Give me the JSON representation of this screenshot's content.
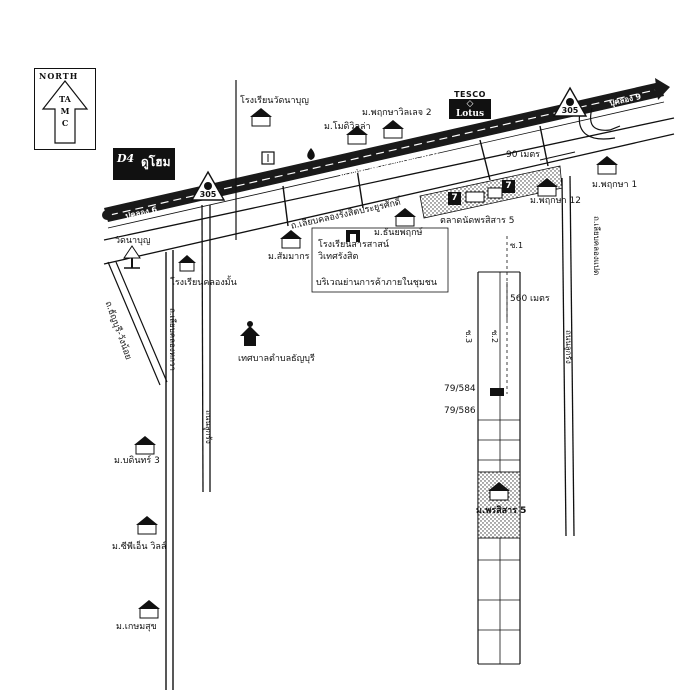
{
  "north_box": {
    "label": "NORTH",
    "letters": "TAMC"
  },
  "brands": {
    "tesco_top": "TESCO",
    "tesco_bottom": "◇ Lotus",
    "dh_mark": "D4",
    "dh_name": "ดูโฮม"
  },
  "highway": {
    "name": "ถ.รังสิต-นครนายก(ทล.305)",
    "route_number": "305",
    "dest_left": "ปุคลอง 6",
    "dest_right": "ปุคลอง 9"
  },
  "roads": {
    "service_road": "ถ.เลียบคลองรังสิตประยูรศักดิ์",
    "thanyaburi_road": "ถ.ธัญบุรี-วังน้อย",
    "canal_road_west": "ถ.เลียบคลองหกวา",
    "canal_road_east": "ถ.เลียบคลองแปด",
    "soi_1": "ซ.1",
    "soi_2": "ซ.2",
    "soi_3": "ซ.3",
    "rough_road_1": "ถนนลูกรัง",
    "rough_road_2": "ถนนลูกรัง"
  },
  "landmarks": {
    "wat_school": "โรงเรียนวัดนาบุญ",
    "pruksa_villa_2": "ม.พฤกษาวิลเลจ 2",
    "mo_villa": "ม.โมดิวิลล่า",
    "wat_nabun": "วัดนาบุญ",
    "khong_man_school": "โรงเรียนคลองมั้น",
    "samut_mongkon": "ม.สัมมากร",
    "sasansiri_school": "โรงเรียนสารสาสน์",
    "sasansiri_school_2": "วิเทศรังสิต",
    "unshine_pruk": "ม.ธันยพฤกษ์",
    "talad_nat": "ตลาดนัดพรสิสาร 5",
    "pruksa_1": "ม.พฤกษา 1",
    "pruksa_12": "ม.พฤกษา 12",
    "commercial_area": "บริเวณย่านการค้าภายในชุมชน",
    "thanyaburi_office": "เทศบาลตำบลธัญบุรี",
    "baan_intra_3": "ม.บดินทร์ 3",
    "cp_villa": "ม.ซีพีเอ็น วิลล์",
    "kasem_suk": "ม.เกษมสุข",
    "porn_sisarn_5": "ม.พรสิสาร 5"
  },
  "distances": {
    "d1": "90 เมตร",
    "d2": "560 เมตร"
  },
  "plots": {
    "plot_a": "79/584",
    "plot_b": "79/586"
  }
}
